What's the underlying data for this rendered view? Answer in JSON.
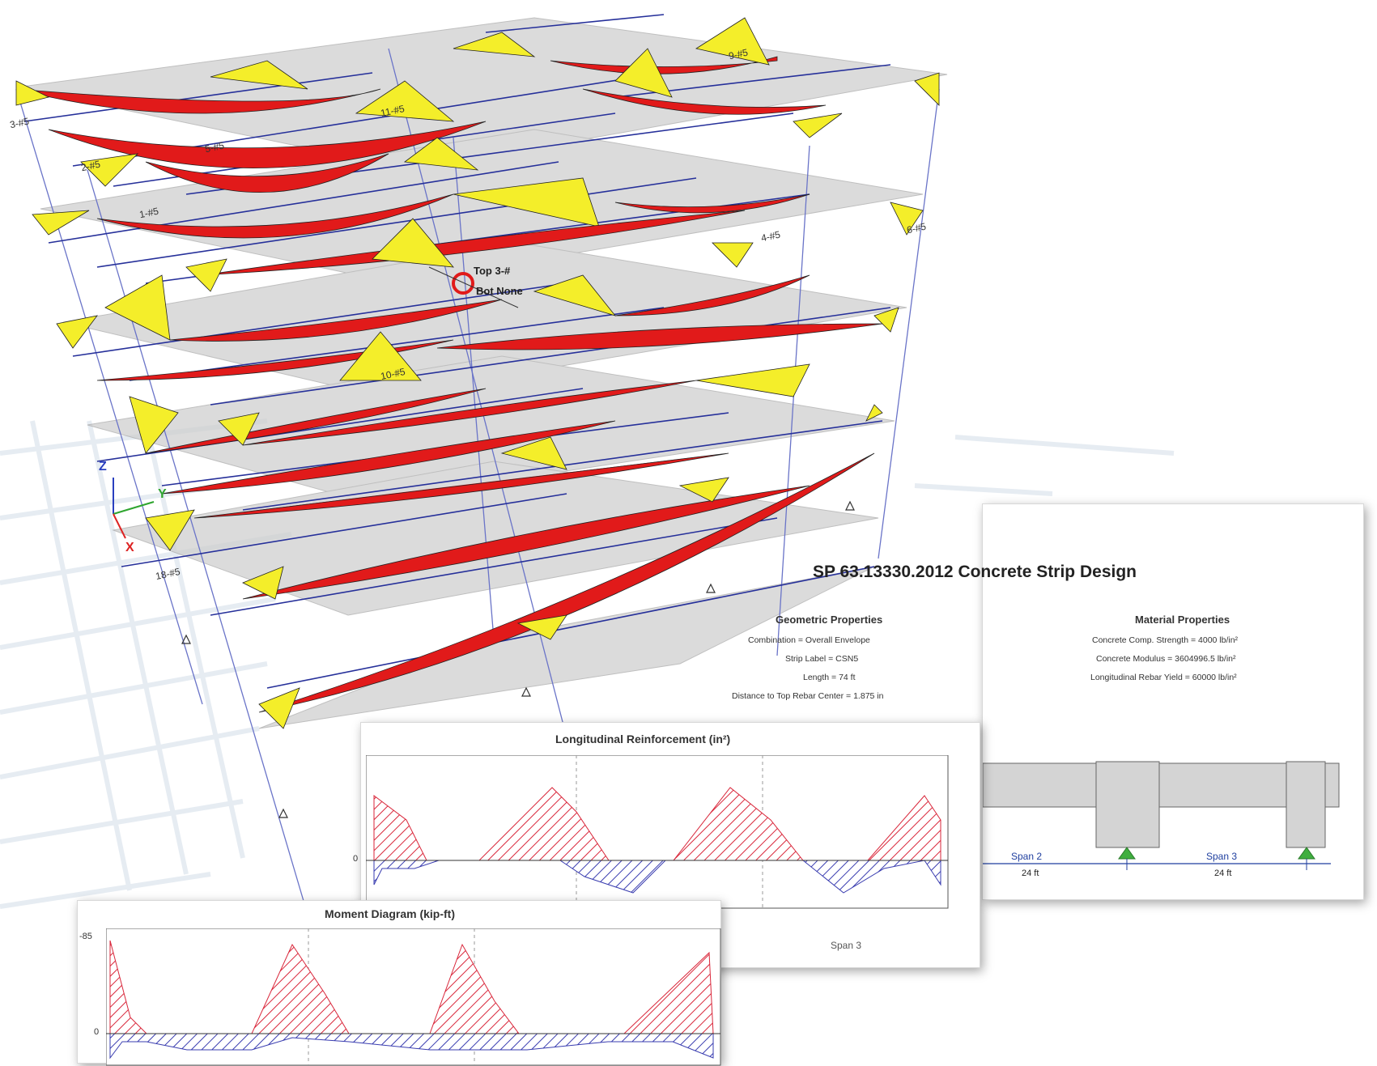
{
  "colors": {
    "moment_positive": "#e11a1a",
    "moment_negative": "#f4ee2a",
    "rebar_line": "#26309a",
    "slab": "#cfcfcf",
    "support": "#3fae3f",
    "hatch_red": "#d9263a",
    "hatch_blue": "#3a3db0"
  },
  "model_view": {
    "axis_labels": {
      "x": "X",
      "y": "Y",
      "z": "Z"
    },
    "callout": {
      "top": "Top 3-#",
      "bottom": "Bot None"
    },
    "rebar_tags": [
      "5-#5",
      "1-#5",
      "3-#5",
      "2-#5",
      "11-#5",
      "10-#5",
      "4-#5",
      "6-#5",
      "9-#5",
      "18-#5"
    ]
  },
  "report": {
    "title": "SP 63.13330.2012 Concrete Strip Design",
    "geometric": {
      "heading": "Geometric Properties",
      "lines": [
        "Combination = Overall Envelope",
        "Strip Label = CSN5",
        "Length = 74 ft",
        "Distance to Top Rebar Center = 1.875 in"
      ]
    },
    "material": {
      "heading": "Material Properties",
      "lines": [
        "Concrete Comp. Strength = 4000 lb/in²",
        "Concrete Modulus = 3604996.5 lb/in²",
        "Longitudinal Rebar Yield = 60000 lb/in²"
      ]
    },
    "spans": [
      {
        "label": "Span 2",
        "length": "24 ft"
      },
      {
        "label": "Span 3",
        "length": "24 ft"
      }
    ]
  },
  "reinforcement": {
    "title": "Longitudinal Reinforcement (in²)",
    "zero_label": "0",
    "span_label": "Span 3"
  },
  "moment": {
    "title": "Moment Diagram (kip-ft)",
    "top_label": "-85",
    "zero_label": "0"
  }
}
